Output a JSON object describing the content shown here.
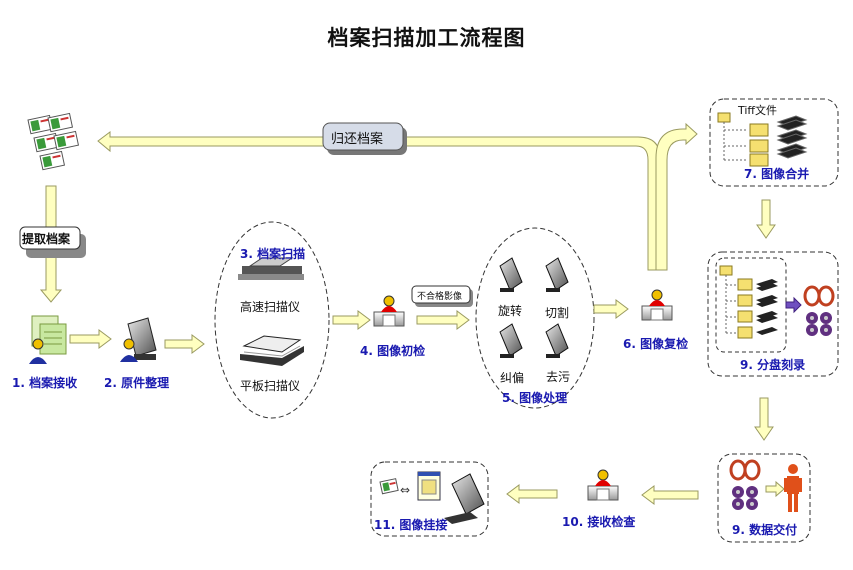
{
  "title": "档案扫描加工流程图",
  "return_label": "归还档案",
  "fetch_label": "提取档案",
  "steps": {
    "s1": "1. 档案接收",
    "s2": "2. 原件整理",
    "s3": "3. 档案扫描",
    "s4": "4. 图像初检",
    "s5": "5. 图像处理",
    "s6": "6. 图像复检",
    "s7": "7. 图像合并",
    "s9a": "9. 分盘刻录",
    "s9b": "9. 数据交付",
    "s10": "10. 接收检查",
    "s11": "11. 图像挂接"
  },
  "scan": {
    "high_speed": "高速扫描仪",
    "flatbed": "平板扫描仪"
  },
  "reject_label": "不合格影像",
  "processing": {
    "rotate": "旋转",
    "cut": "切割",
    "deskew": "纠偏",
    "decontam": "去污"
  },
  "tiff_label": "Tiff文件",
  "colors": {
    "arrow_fill": "#ffffc0",
    "arrow_stroke": "#b0b070",
    "step_text": "#1a1ab0",
    "person_red": "#e00000"
  }
}
